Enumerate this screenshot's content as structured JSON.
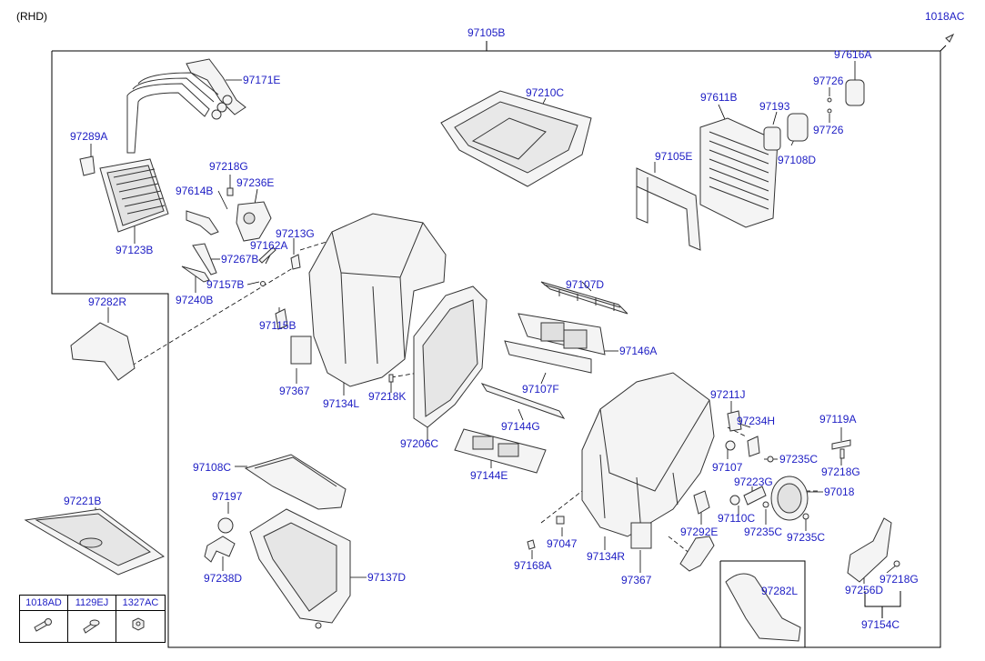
{
  "header": {
    "variant": "(RHD)"
  },
  "colors": {
    "label": "#1d1dc4",
    "line": "#000000",
    "part_fill": "#f4f4f4",
    "part_stroke": "#333333"
  },
  "labels": {
    "assembly": "97105B",
    "fastener_top": "1018AC",
    "p97171E": "97171E",
    "p97289A": "97289A",
    "p97123B": "97123B",
    "p97218G_a": "97218G",
    "p97614B": "97614B",
    "p97236E": "97236E",
    "p97267B": "97267B",
    "p97240B": "97240B",
    "p97213G": "97213G",
    "p97162A": "97162A",
    "p97157B": "97157B",
    "p97115B": "97115B",
    "p97367_a": "97367",
    "p97134L": "97134L",
    "p97218K": "97218K",
    "p97210C": "97210C",
    "p97105E": "97105E",
    "p97611B": "97611B",
    "p97193": "97193",
    "p97726_a": "97726",
    "p97726_b": "97726",
    "p97616A": "97616A",
    "p97108D": "97108D",
    "p97282R": "97282R",
    "p97107D": "97107D",
    "p97146A": "97146A",
    "p97107F": "97107F",
    "p97206C": "97206C",
    "p97144G": "97144G",
    "p97144E": "97144E",
    "p97211J": "97211J",
    "p97234H": "97234H",
    "p97119A": "97119A",
    "p97235C_a": "97235C",
    "p97218G_b": "97218G",
    "p97107": "97107",
    "p97223G": "97223G",
    "p97018": "97018",
    "p97110C": "97110C",
    "p97235C_b": "97235C",
    "p97235C_c": "97235C",
    "p97292E": "97292E",
    "p97047": "97047",
    "p97134R": "97134R",
    "p97367_b": "97367",
    "p97168A": "97168A",
    "p97108C": "97108C",
    "p97197": "97197",
    "p97238D": "97238D",
    "p97137D": "97137D",
    "p97221B": "97221B",
    "p97282L": "97282L",
    "p97256D": "97256D",
    "p97218G_c": "97218G",
    "p97154C": "97154C"
  },
  "legend": [
    {
      "code": "1018AD",
      "icon": "bolt-icon"
    },
    {
      "code": "1129EJ",
      "icon": "flange-bolt-icon"
    },
    {
      "code": "1327AC",
      "icon": "nut-icon"
    }
  ]
}
